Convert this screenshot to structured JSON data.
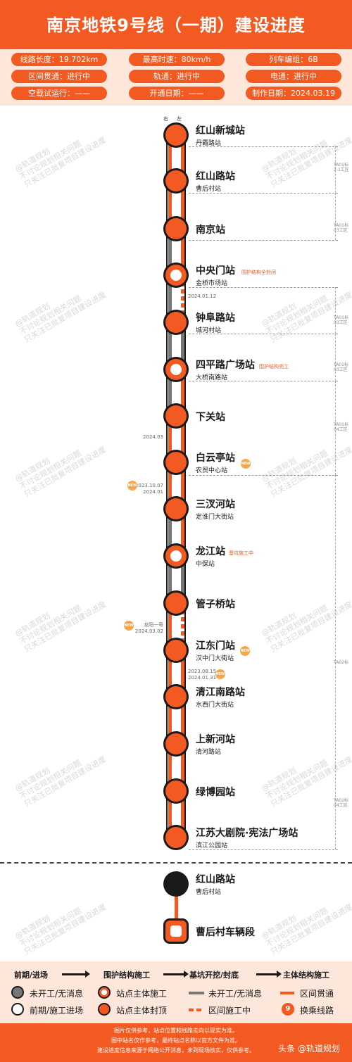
{
  "title": "南京地铁9号线（一期）建设进度",
  "info": [
    {
      "label": "线路长度：19.702km"
    },
    {
      "label": "最高时速：80km/h"
    },
    {
      "label": "列车编组：6B"
    },
    {
      "label": "区间贯通：进行中"
    },
    {
      "label": "轨通：进行中"
    },
    {
      "label": "电通：进行中"
    },
    {
      "label": "空载试运行：——"
    },
    {
      "label": "开通日期：——"
    },
    {
      "label": "制作日期：2024.03.19"
    }
  ],
  "direction_labels": {
    "right": "右",
    "left": "左"
  },
  "stations": [
    {
      "name": "红山新城站",
      "sub": "丹霞路站",
      "status": "sealed",
      "note": ""
    },
    {
      "name": "红山路站",
      "sub": "曹后村站",
      "status": "sealed",
      "note": ""
    },
    {
      "name": "南京站",
      "sub": "",
      "status": "sealed",
      "note": ""
    },
    {
      "name": "中央门站",
      "sub": "金桥市场站",
      "status": "construction",
      "note": "围护结构全封闭"
    },
    {
      "name": "钟阜路站",
      "sub": "城河村站",
      "status": "sealed",
      "note": ""
    },
    {
      "name": "四平路广场站",
      "sub": "大桥南路站",
      "status": "construction",
      "note": "围护结构完工"
    },
    {
      "name": "下关站",
      "sub": "",
      "status": "sealed",
      "note": ""
    },
    {
      "name": "白云亭站",
      "sub": "农贸中心站",
      "status": "sealed",
      "note": ""
    },
    {
      "name": "三汊河站",
      "sub": "定淮门大街站",
      "status": "sealed",
      "note": ""
    },
    {
      "name": "龙江站",
      "sub": "中保站",
      "status": "construction",
      "note": "基坑施工中"
    },
    {
      "name": "管子桥站",
      "sub": "",
      "status": "sealed",
      "note": ""
    },
    {
      "name": "江东门站",
      "sub": "汉中门大街站",
      "status": "sealed",
      "note": ""
    },
    {
      "name": "清江南路站",
      "sub": "水西门大街站",
      "status": "sealed",
      "note": ""
    },
    {
      "name": "上新河站",
      "sub": "清河路站",
      "status": "sealed",
      "note": ""
    },
    {
      "name": "绿博园站",
      "sub": "",
      "status": "sealed",
      "note": ""
    },
    {
      "name": "江苏大剧院·宪法广场站",
      "sub": "滨江公园站",
      "status": "sealed",
      "note": ""
    },
    {
      "name": "红山路站",
      "sub": "曹后村站",
      "status": "not-started",
      "note": ""
    },
    {
      "name": "曹后村车辆段",
      "sub": "",
      "status": "depot",
      "note": ""
    }
  ],
  "date_notes": [
    {
      "text": "2024.01.12"
    },
    {
      "text": "2024.03"
    },
    {
      "text": "2023.10.07\n2024.01"
    },
    {
      "text": "龙阳一号\n2024.03.02"
    },
    {
      "text": "2023.08.15\n2024.01.31"
    }
  ],
  "new_badge": "NEW",
  "bids": [
    {
      "text": "TA01标\n2-1工区"
    },
    {
      "text": "TA01标\n03工区"
    },
    {
      "text": "TA01标\n03工区"
    },
    {
      "text": "TA01标\n03工区"
    },
    {
      "text": "TA01标\n04工区"
    },
    {
      "text": "TA02标"
    },
    {
      "text": "TA02标\n04工区"
    }
  ],
  "watermark": {
    "l1": "@轨道规划",
    "l2": "不讨论规划相关问题",
    "l3": "只关注已批复项目建设进度"
  },
  "legend": {
    "stages": [
      "前期/进场",
      "围护结构施工",
      "基坑开挖/封底",
      "主体结构施工"
    ],
    "items": [
      {
        "label": "未开工/无消息"
      },
      {
        "label": "站点主体施工"
      },
      {
        "label": "未开工/无消息"
      },
      {
        "label": "区间贯通"
      },
      {
        "label": "前期/施工进场"
      },
      {
        "label": "站点主体封顶"
      },
      {
        "label": "区间施工中"
      },
      {
        "label": "换乘线路",
        "badge": "9"
      }
    ]
  },
  "footer": {
    "line1": "图片仅供参考，站点位置和线路走向以现实为准。",
    "line2": "图中站名仅作参考，最终站点名称以官方文件为准。",
    "line3": "建设进度信息来源于网络公开消息，未到现场核实，仅供参考。",
    "logo": "头条 @轨道规划"
  },
  "colors": {
    "accent": "#f25a22",
    "panel": "#fde6da",
    "dark": "#1a1a1a",
    "grey": "#777777",
    "new": "#f6a64c"
  }
}
